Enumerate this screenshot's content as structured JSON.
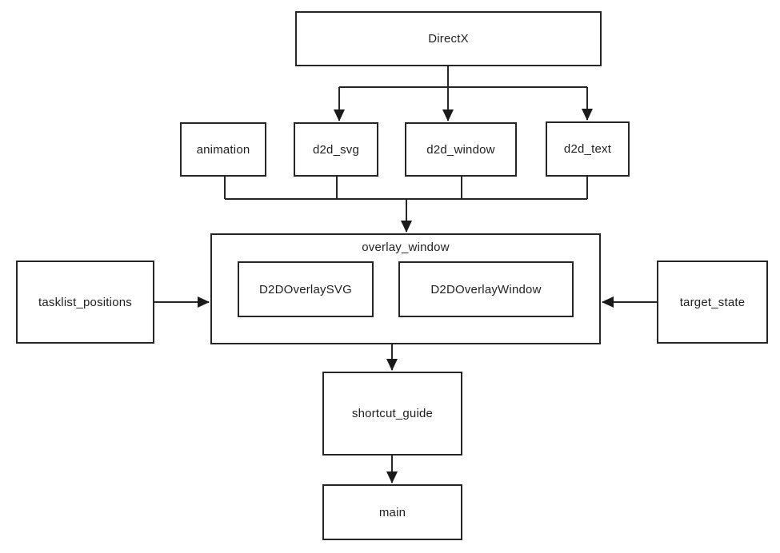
{
  "diagram": {
    "type": "dependency-flowchart",
    "colors": {
      "background": "#ffffff",
      "stroke": "#262626",
      "text": "#1f1f1f"
    },
    "nodes": {
      "directx": {
        "label": "DirectX"
      },
      "animation": {
        "label": "animation"
      },
      "d2d_svg": {
        "label": "d2d_svg"
      },
      "d2d_window": {
        "label": "d2d_window"
      },
      "d2d_text": {
        "label": "d2d_text"
      },
      "overlay_window": {
        "label": "overlay_window"
      },
      "d2d_overlay_svg": {
        "label": "D2DOverlaySVG"
      },
      "d2d_overlay_window": {
        "label": "D2DOverlayWindow"
      },
      "tasklist_positions": {
        "label": "tasklist_positions"
      },
      "target_state": {
        "label": "target_state"
      },
      "shortcut_guide": {
        "label": "shortcut_guide"
      },
      "main": {
        "label": "main"
      }
    },
    "edges": [
      {
        "from": "DirectX",
        "to": "d2d_svg"
      },
      {
        "from": "DirectX",
        "to": "d2d_window"
      },
      {
        "from": "DirectX",
        "to": "d2d_text"
      },
      {
        "from": "animation",
        "to": "overlay_window"
      },
      {
        "from": "d2d_svg",
        "to": "overlay_window"
      },
      {
        "from": "d2d_window",
        "to": "overlay_window"
      },
      {
        "from": "d2d_text",
        "to": "overlay_window"
      },
      {
        "from": "tasklist_positions",
        "to": "overlay_window"
      },
      {
        "from": "target_state",
        "to": "overlay_window"
      },
      {
        "from": "overlay_window",
        "to": "shortcut_guide"
      },
      {
        "from": "shortcut_guide",
        "to": "main"
      }
    ],
    "containment": [
      {
        "parent": "overlay_window",
        "children": [
          "D2DOverlaySVG",
          "D2DOverlayWindow"
        ]
      }
    ]
  }
}
